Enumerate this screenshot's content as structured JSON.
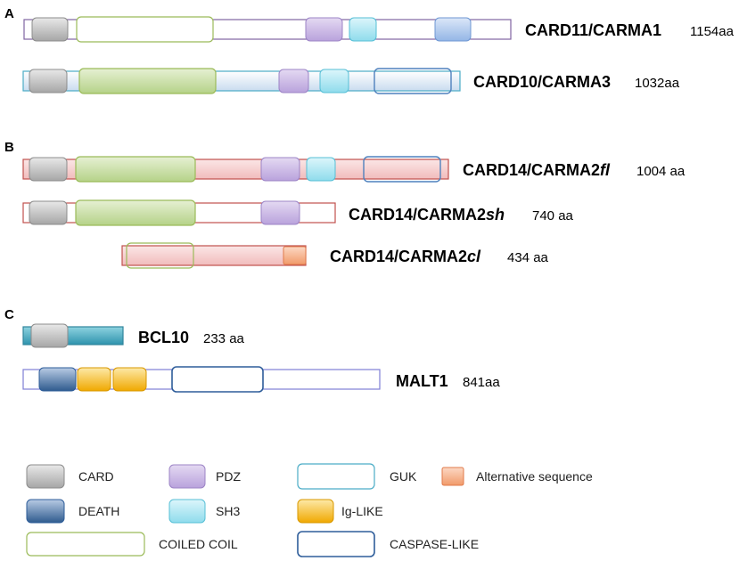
{
  "panels": [
    {
      "label": "A"
    },
    {
      "label": "B"
    },
    {
      "label": "C"
    }
  ],
  "proteins": [
    {
      "id": "card11",
      "name": "CARD11/CARMA1",
      "length": "1154aa",
      "backbone": "plain",
      "domains": [
        "card",
        "coiled-coil",
        "pdz",
        "sh3",
        "guk-blue"
      ]
    },
    {
      "id": "card10",
      "name": "CARD10/CARMA3",
      "length": "1032aa",
      "backbone": "blue-gradient",
      "domains": [
        "card",
        "coiled-coil",
        "pdz",
        "sh3",
        "guk"
      ]
    },
    {
      "id": "card14fl",
      "name": "CARD14/CARMA2",
      "suffix": "fl",
      "length": "1004 aa",
      "backbone": "pink-gradient",
      "domains": [
        "card",
        "coiled-coil",
        "pdz",
        "sh3",
        "guk"
      ]
    },
    {
      "id": "card14sh",
      "name": "CARD14/CARMA2",
      "suffix": "sh",
      "length": "740 aa",
      "backbone": "white-red",
      "domains": [
        "card",
        "coiled-coil",
        "pdz"
      ]
    },
    {
      "id": "card14cl",
      "name": "CARD14/CARMA2",
      "suffix": "cl",
      "length": "434 aa",
      "backbone": "pink-gradient",
      "domains": [
        "coiled-coil",
        "alternative-sequence"
      ]
    },
    {
      "id": "bcl10",
      "name": "BCL10",
      "length": "233 aa",
      "backbone": "teal",
      "domains": [
        "card"
      ]
    },
    {
      "id": "malt1",
      "name": "MALT1",
      "length": "841aa",
      "backbone": "white-purple",
      "domains": [
        "death",
        "ig-like",
        "ig-like",
        "caspase-like"
      ]
    }
  ],
  "legend": [
    {
      "key": "card",
      "label": "CARD"
    },
    {
      "key": "pdz",
      "label": "PDZ"
    },
    {
      "key": "guk",
      "label": "GUK"
    },
    {
      "key": "alternative-sequence",
      "label": "Alternative sequence"
    },
    {
      "key": "death",
      "label": "DEATH"
    },
    {
      "key": "sh3",
      "label": "SH3"
    },
    {
      "key": "ig-like",
      "label": "Ig-LIKE"
    },
    {
      "key": "coiled-coil",
      "label": "COILED COIL"
    },
    {
      "key": "caspase-like",
      "label": "CASPASE-LIKE"
    }
  ],
  "colors": {
    "card": "#bdbdbd",
    "pdz": "#c9b6e4",
    "sh3": "#a8e4f0",
    "guk-blue": "#a9c6ee",
    "coiled-coil-fill": "#c8dea0",
    "coiled-coil-stroke": "#9bbb59",
    "death": "#4f78a8",
    "ig-like": "#f4b41a",
    "alternative-sequence": "#f6b08a",
    "caspase-stroke": "#2e5d9a",
    "teal": "#4bacc6",
    "pink": "#f2c2c2",
    "red-stroke": "#c0504d",
    "blue-stroke": "#4f81bd"
  }
}
